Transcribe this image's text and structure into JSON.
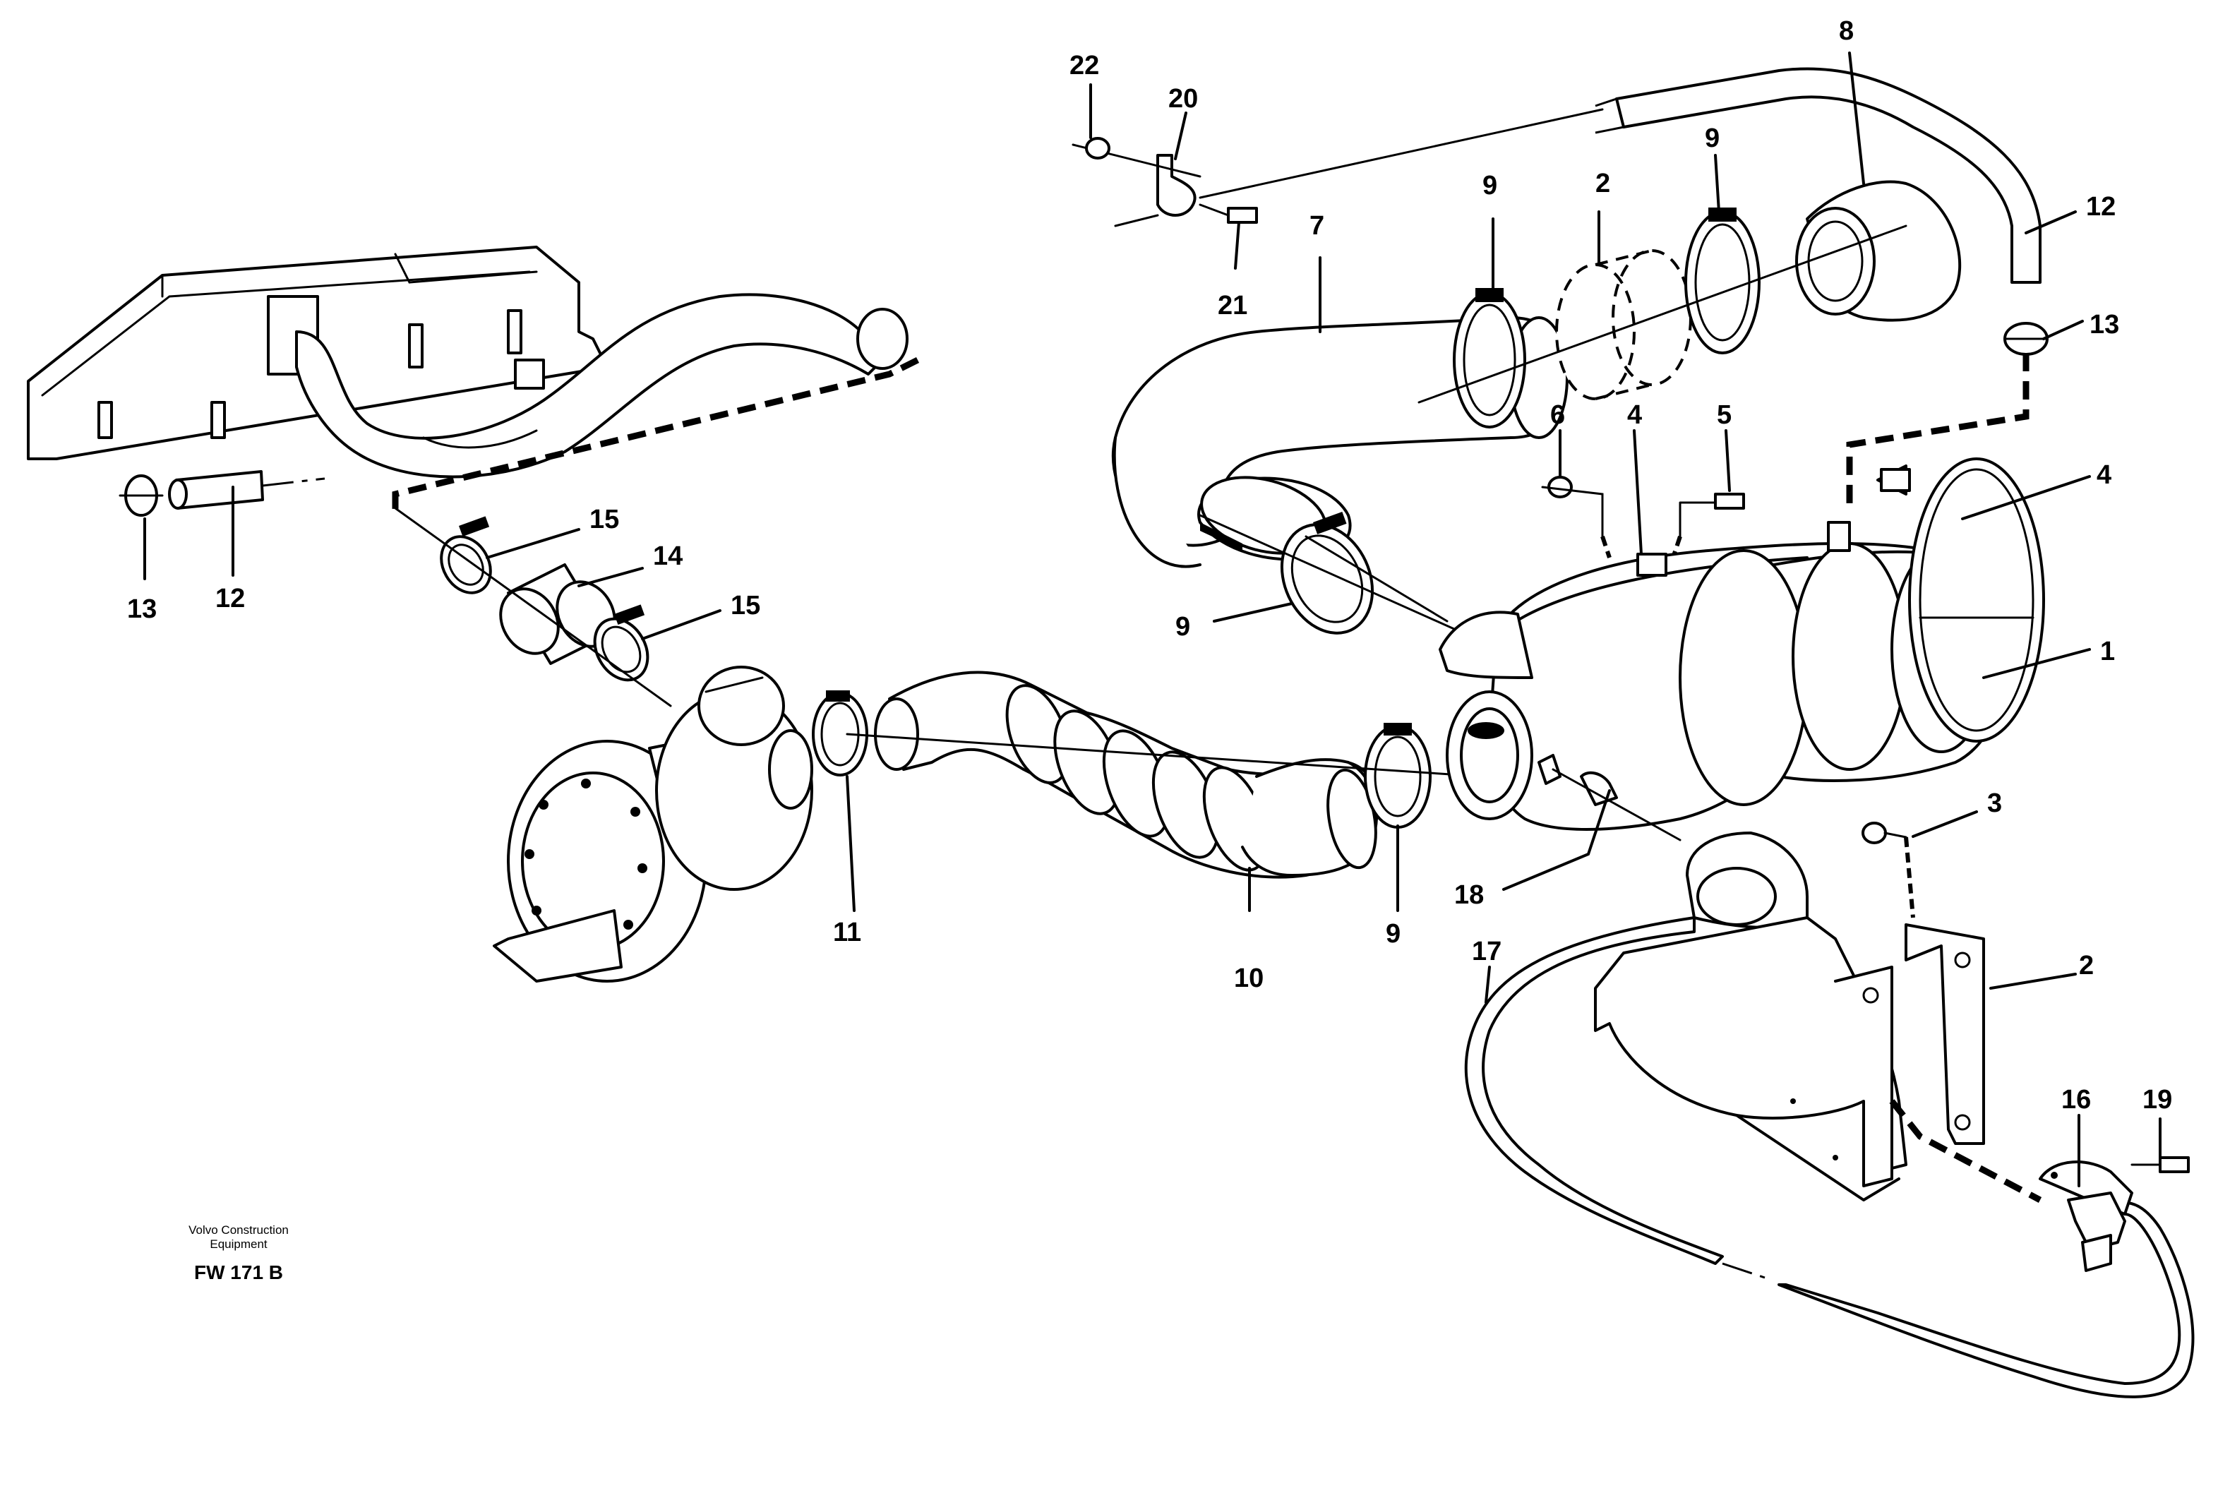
{
  "callouts": [
    {
      "id": "c1",
      "text": "1"
    },
    {
      "id": "c2a",
      "text": "2"
    },
    {
      "id": "c2b",
      "text": "2"
    },
    {
      "id": "c3",
      "text": "3"
    },
    {
      "id": "c4a",
      "text": "4"
    },
    {
      "id": "c4b",
      "text": "4"
    },
    {
      "id": "c5",
      "text": "5"
    },
    {
      "id": "c6",
      "text": "6"
    },
    {
      "id": "c7",
      "text": "7"
    },
    {
      "id": "c8",
      "text": "8"
    },
    {
      "id": "c9a",
      "text": "9"
    },
    {
      "id": "c9b",
      "text": "9"
    },
    {
      "id": "c9c",
      "text": "9"
    },
    {
      "id": "c9d",
      "text": "9"
    },
    {
      "id": "c10",
      "text": "10"
    },
    {
      "id": "c11",
      "text": "11"
    },
    {
      "id": "c12a",
      "text": "12"
    },
    {
      "id": "c12b",
      "text": "12"
    },
    {
      "id": "c13a",
      "text": "13"
    },
    {
      "id": "c13b",
      "text": "13"
    },
    {
      "id": "c14",
      "text": "14"
    },
    {
      "id": "c15a",
      "text": "15"
    },
    {
      "id": "c15b",
      "text": "15"
    },
    {
      "id": "c16",
      "text": "16"
    },
    {
      "id": "c17",
      "text": "17"
    },
    {
      "id": "c18",
      "text": "18"
    },
    {
      "id": "c19",
      "text": "19"
    },
    {
      "id": "c20",
      "text": "20"
    },
    {
      "id": "c21",
      "text": "21"
    },
    {
      "id": "c22",
      "text": "22"
    }
  ],
  "footer": {
    "line1": "Volvo Construction",
    "line2": "Equipment",
    "code": "FW 171 B"
  }
}
